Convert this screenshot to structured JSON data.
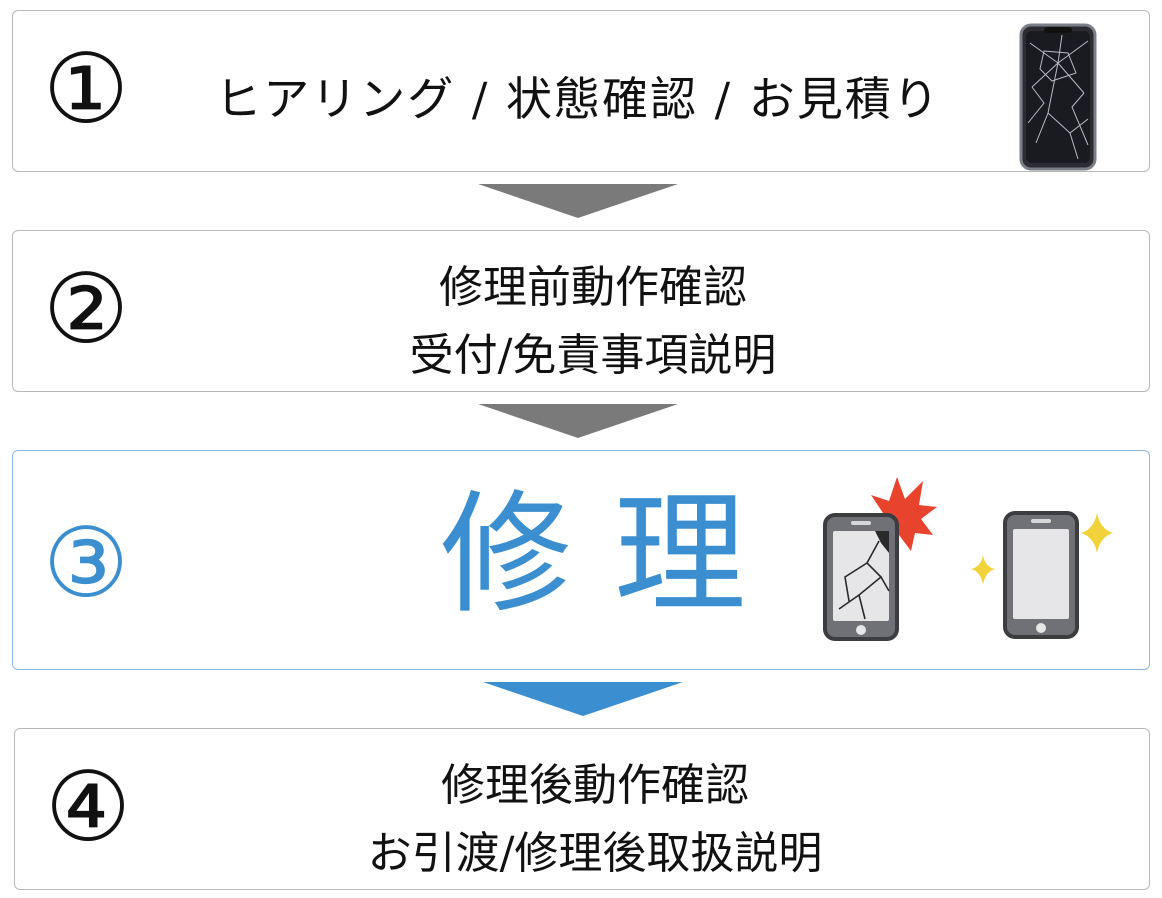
{
  "steps": [
    {
      "number": "①",
      "lines": [
        "ヒアリング / 状態確認 / お見積り"
      ]
    },
    {
      "number": "②",
      "lines": [
        "修理前動作確認",
        "受付/免責事項説明"
      ]
    },
    {
      "number": "③",
      "lines": [
        "修 理"
      ]
    },
    {
      "number": "④",
      "lines": [
        "修理後動作確認",
        "お引渡/修理後取扱説明"
      ]
    }
  ],
  "colors": {
    "accent": "#3b8fd0",
    "arrow_gray": "#7a7a7a",
    "arrow_blue": "#3b8fd0",
    "burst_red": "#e8432d",
    "sparkle_yellow": "#f2d23a"
  },
  "icons": {
    "step1": "cracked-smartphone-icon",
    "step3_broken": "broken-phone-icon",
    "step3_fixed": "repaired-phone-icon"
  }
}
